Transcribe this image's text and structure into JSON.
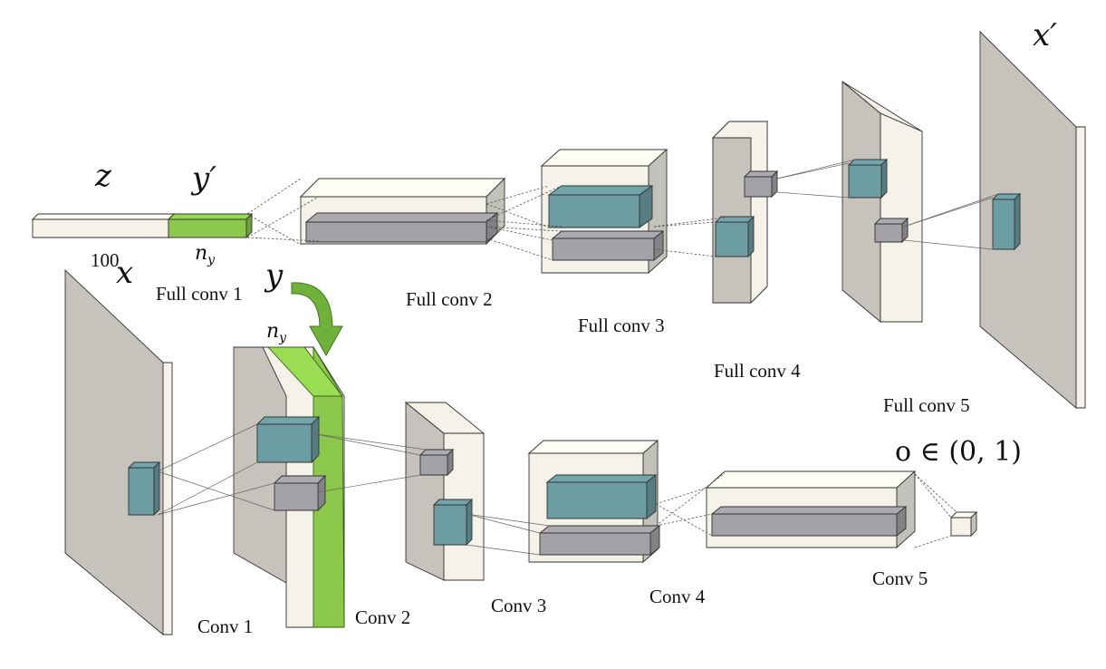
{
  "top_row": {
    "z_label": "z",
    "y_prime_label": "y′",
    "len_100": "100",
    "ny_label": "n",
    "ny_sub": "y",
    "layers": [
      "Full conv 1",
      "Full conv 2",
      "Full conv 3",
      "Full conv 4",
      "Full conv 5"
    ],
    "output_label": "x′"
  },
  "bottom_row": {
    "input_label": "x",
    "y_label": "y",
    "ny_label": "n",
    "ny_sub": "y",
    "layers": [
      "Conv 1",
      "Conv 2",
      "Conv 3",
      "Conv 4",
      "Conv 5"
    ],
    "output_label": "o ∈ (0, 1)"
  },
  "colors": {
    "cream": "#f4f2e9",
    "gray": "#c6c3bc",
    "teal": "#6c9da3",
    "dark_gray": "#a4a2a6",
    "green": "#8cc84b",
    "green_arrow": "#6fb13a"
  }
}
